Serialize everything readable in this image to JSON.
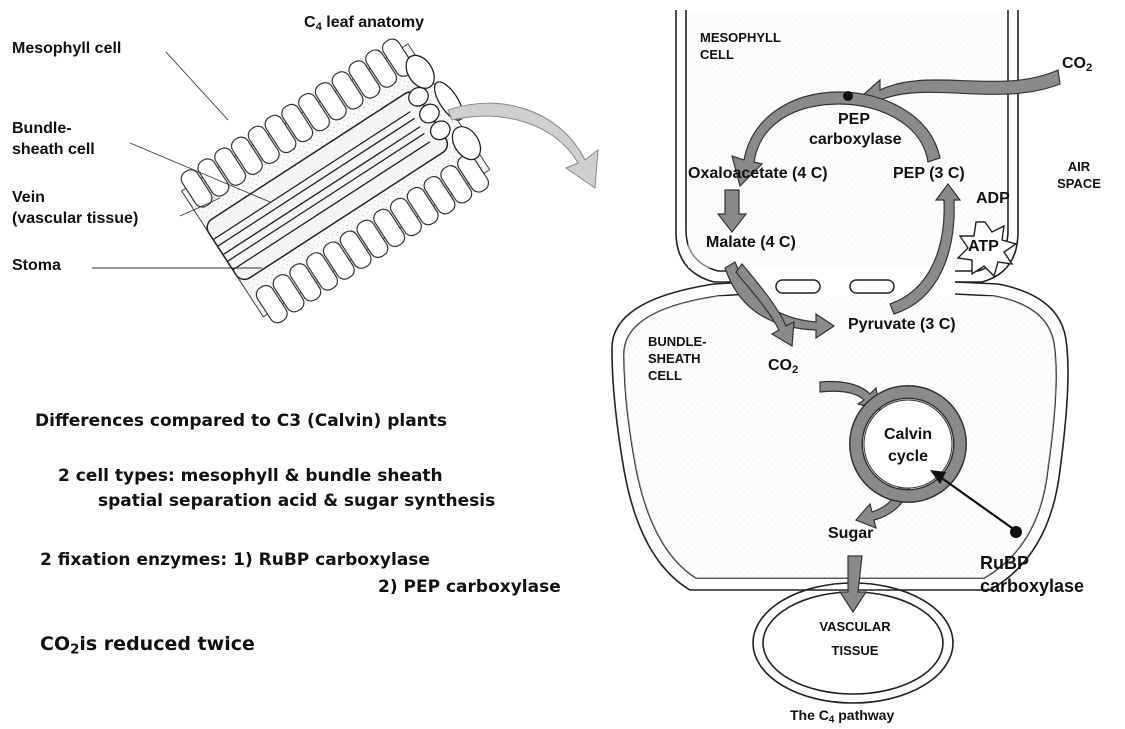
{
  "left_panel": {
    "title_prefix": "C",
    "title_sub": "4",
    "title_suffix": " leaf anatomy",
    "labels": {
      "mesophyll_cell": "Mesophyll cell",
      "bundle_sheath_line1": "Bundle-",
      "bundle_sheath_line2": "sheath cell",
      "vein_line1": "Vein",
      "vein_line2": "(vascular tissue)",
      "stoma": "Stoma"
    }
  },
  "notes": {
    "heading": "Differences compared to C3 (Calvin) plants",
    "line1": "2 cell types:  mesophyll & bundle sheath",
    "line2": "spatial separation acid & sugar synthesis",
    "line3": "2 fixation enzymes: 1) RuBP carboxylase",
    "line4": "2) PEP carboxylase",
    "line5_prefix": "CO",
    "line5_sub": "2",
    "line5_suffix": "is reduced twice"
  },
  "pathway": {
    "mesophyll_line1": "MESOPHYLL",
    "mesophyll_line2": "CELL",
    "co2_in_prefix": "CO",
    "co2_in_sub": "2",
    "pep_carboxylase_line1": "PEP",
    "pep_carboxylase_line2": "carboxylase",
    "oxaloacetate": "Oxaloacetate (4 C)",
    "pep": "PEP (3 C)",
    "air_line1": "AIR",
    "air_line2": "SPACE",
    "adp": "ADP",
    "atp": "ATP",
    "malate": "Malate (4 C)",
    "pyruvate": "Pyruvate (3 C)",
    "bundle_line1": "BUNDLE-",
    "bundle_line2": "SHEATH",
    "bundle_line3": "CELL",
    "co2_bs_prefix": "CO",
    "co2_bs_sub": "2",
    "calvin_line1": "Calvin",
    "calvin_line2": "cycle",
    "sugar": "Sugar",
    "rubp_line1": "RuBP",
    "rubp_line2": "carboxylase",
    "vascular_line1": "VASCULAR",
    "vascular_line2": "TISSUE",
    "caption_prefix": "The C",
    "caption_sub": "4",
    "caption_suffix": " pathway"
  },
  "colors": {
    "arrow_fill": "#8a8a8a",
    "arrow_stroke": "#333333",
    "outline": "#222222",
    "stipple": "#e6e6e6"
  }
}
